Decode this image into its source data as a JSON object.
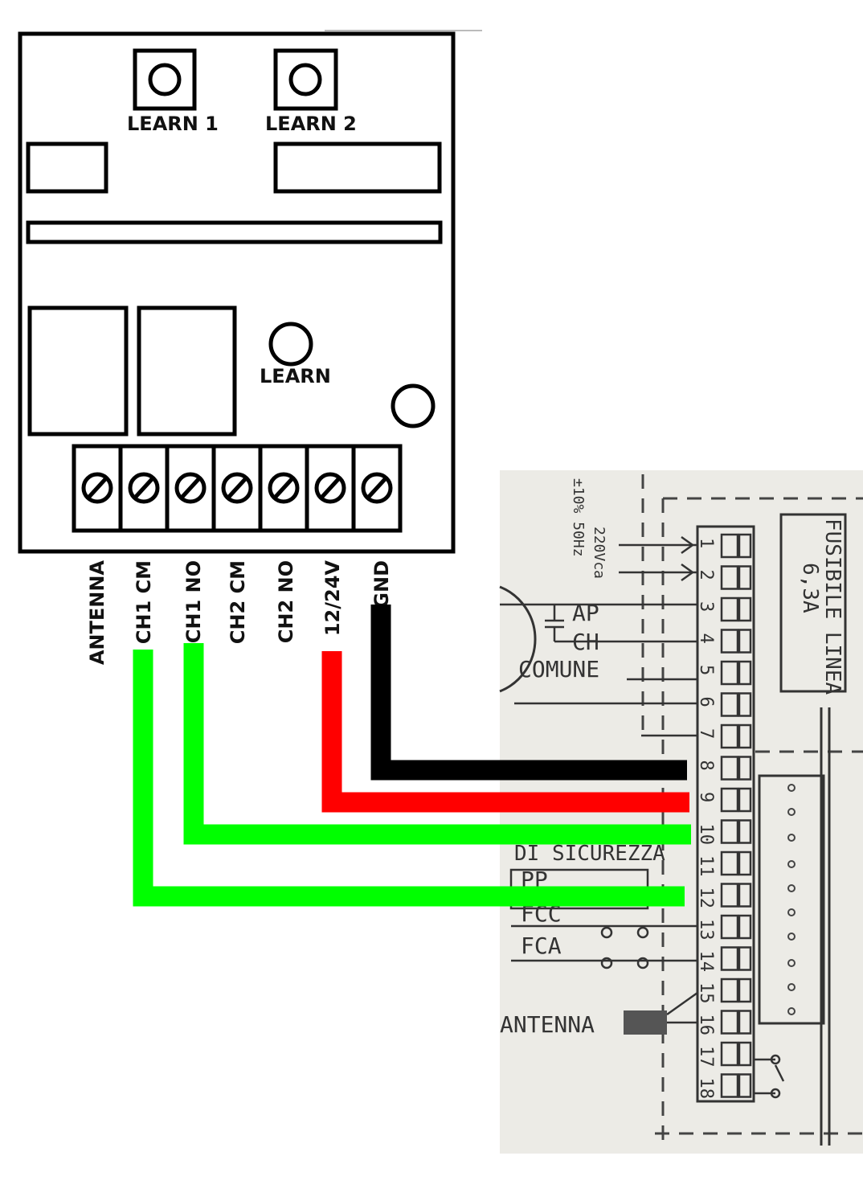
{
  "receiver": {
    "buttons": [
      "LEARN 1",
      "LEARN 2"
    ],
    "learn_label": "LEARN",
    "terminals": [
      "ANTENNA",
      "CH1 CM",
      "CH1 NO",
      "CH2 CM",
      "CH2 NO",
      "12/24V",
      "GND"
    ]
  },
  "panel": {
    "supply": [
      "220Vca",
      "±10% 50Hz"
    ],
    "fuse": [
      "FUSIBILE LINEA",
      "6,3A"
    ],
    "capacitor": [
      "AP",
      "CH"
    ],
    "labels": [
      "COMUNE",
      "DI SICUREZZA",
      "PP",
      "FCC",
      "FCA",
      "ANTENNA"
    ],
    "terminal_numbers": [
      "1",
      "2",
      "3",
      "4",
      "5",
      "6",
      "7",
      "8",
      "9",
      "10",
      "11",
      "12",
      "13",
      "14",
      "15",
      "16",
      "17",
      "18"
    ]
  },
  "wires": [
    {
      "from": "GND",
      "to": "8",
      "color": "#000000"
    },
    {
      "from": "12/24V",
      "to": "9",
      "color": "#ff0000"
    },
    {
      "from": "CH1 NO",
      "to": "10",
      "color": "#00ff00"
    },
    {
      "from": "CH1 CM",
      "to": "12",
      "color": "#00ff00"
    }
  ]
}
